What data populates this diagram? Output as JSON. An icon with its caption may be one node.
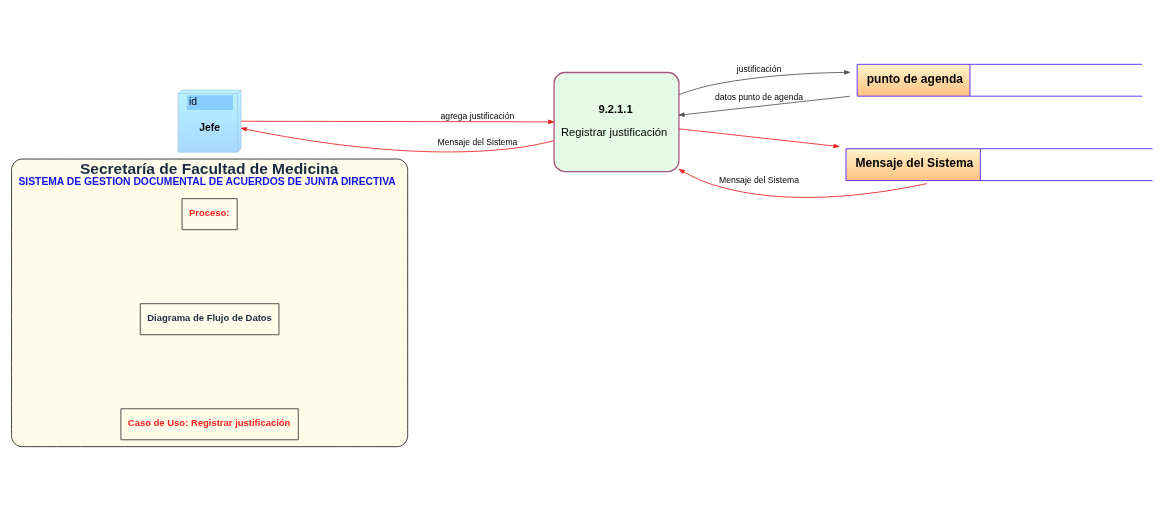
{
  "diagram": {
    "nodes": [
      {
        "text": [
          "Secretaría de Facultad de Medicina",
          "SISTEMA DE GESTION DOCUMENTAL DE ACUERDOS DE JUNTA DIRECTIVA"
        ]
      },
      {
        "text": [
          "Caso de Uso: Registrar justificación"
        ],
        "in": 0
      },
      {
        "text": [
          "Diagrama de Flujo de Datos"
        ],
        "in": 0
      },
      {
        "text": [
          "Proceso:"
        ],
        "in": 0
      },
      {
        "text": [
          "id",
          "Jefe"
        ]
      },
      {
        "text": [
          "9.2.1.1",
          "Registrar justificación"
        ]
      },
      {
        "text": [
          "punto de agenda"
        ]
      },
      {
        "text": [
          "Mensaje del Sistema"
        ]
      }
    ],
    "edges": [
      {
        "from": 5,
        "to": 4,
        "arrow": "to",
        "label": "Mensaje del Sistema"
      },
      {
        "from": 4,
        "to": 5,
        "arrow": "to",
        "label": "agrega justificación"
      },
      {
        "from": 6,
        "to": 5,
        "arrow": "to",
        "label": "datos punto de agenda",
        "color": "#555555"
      },
      {
        "from": 5,
        "to": 6,
        "arrow": "to",
        "label": "justificación",
        "color": "#555555"
      },
      {
        "from": 7,
        "to": 5,
        "arrow": "to",
        "label": "Mensaje del Sistema"
      },
      {
        "from": 5,
        "to": 7,
        "arrow": "to"
      }
    ]
  }
}
